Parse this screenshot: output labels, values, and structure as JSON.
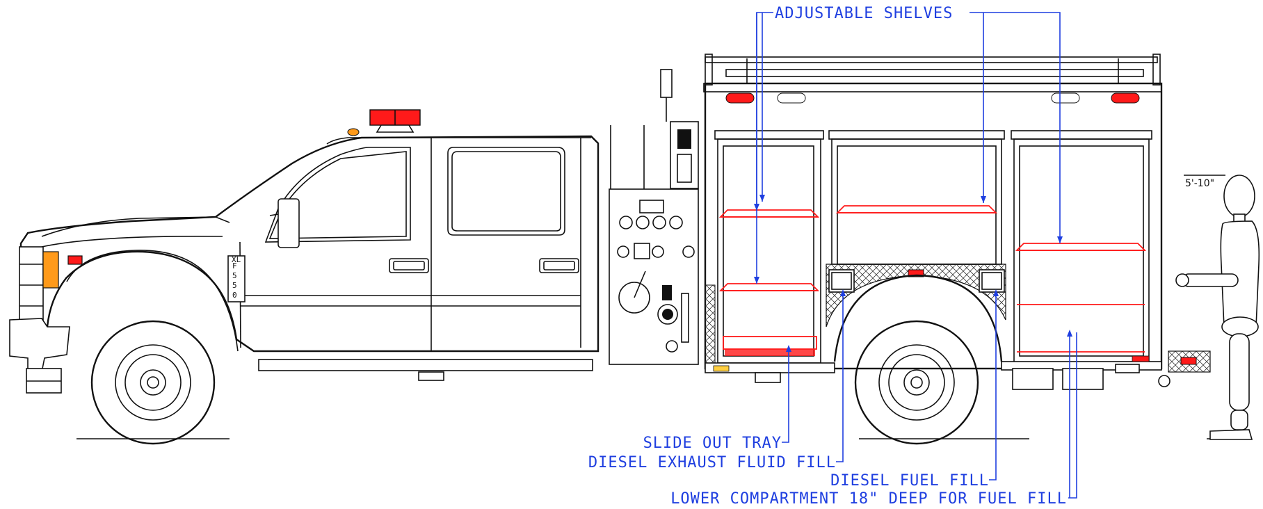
{
  "callouts": {
    "adjustable_shelves": "ADJUSTABLE SHELVES",
    "slide_out_tray": "SLIDE OUT TRAY",
    "def_fill": "DIESEL EXHAUST FLUID FILL",
    "diesel_fuel_fill": "DIESEL FUEL FILL",
    "lower_compartment": "LOWER COMPARTMENT 18\" DEEP FOR FUEL FILL"
  },
  "dimension": {
    "height_label": "5'-10\""
  },
  "badge": {
    "model": "F550",
    "trim": "XL"
  },
  "colors": {
    "callout": "#1f3fe0",
    "shelf": "#ff1a1a",
    "line": "#111111",
    "lamp": "#ff1a1a",
    "amber": "#ff9a1a"
  }
}
